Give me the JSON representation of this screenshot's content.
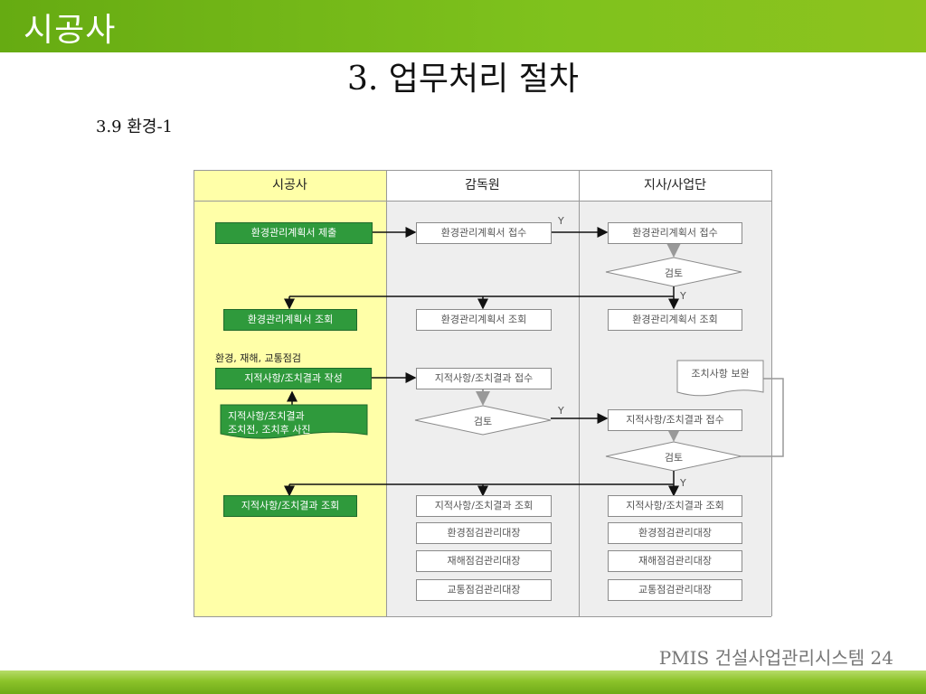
{
  "header": {
    "title": "시공사"
  },
  "page": {
    "title": "3. 업무처리 절차",
    "subtitle": "3.9 환경-1"
  },
  "footer": {
    "text": "PMIS 건설사업관리시스템 24"
  },
  "colors": {
    "accent_green": "#7fc21d",
    "lane_yellow": "#ffffa8",
    "lane_gray": "#eeeeee",
    "box_green": "#2f9a3c"
  },
  "diagram": {
    "lanes": [
      "시공사",
      "감독원",
      "지사/사업단"
    ],
    "contractor": {
      "submit_plan": "환경관리계획서 제출",
      "view_plan": "환경관리계획서 조회",
      "inspection_label": "환경, 재해, 교통점검",
      "write_result": "지적사항/조치결과 작성",
      "photo_note_line1": "지적사항/조치결과",
      "photo_note_line2": "조치전, 조치후 사진",
      "view_result": "지적사항/조치결과 조회"
    },
    "supervisor": {
      "receive_plan": "환경관리계획서 접수",
      "view_plan": "환경관리계획서 조회",
      "receive_result": "지적사항/조치결과 접수",
      "review": "검토",
      "view_result": "지적사항/조치결과 조회",
      "env_ledger": "환경점검관리대장",
      "disaster_ledger": "재해점검관리대장",
      "traffic_ledger": "교통점검관리대장"
    },
    "branch": {
      "receive_plan": "환경관리계획서 접수",
      "review_plan": "검토",
      "view_plan": "환경관리계획서 조회",
      "supplement_note": "조치사항 보완",
      "receive_result": "지적사항/조치결과 접수",
      "review_result": "검토",
      "view_result": "지적사항/조치결과 조회",
      "env_ledger": "환경점검관리대장",
      "disaster_ledger": "재해점검관리대장",
      "traffic_ledger": "교통점검관리대장"
    },
    "yes_label": "Y"
  }
}
